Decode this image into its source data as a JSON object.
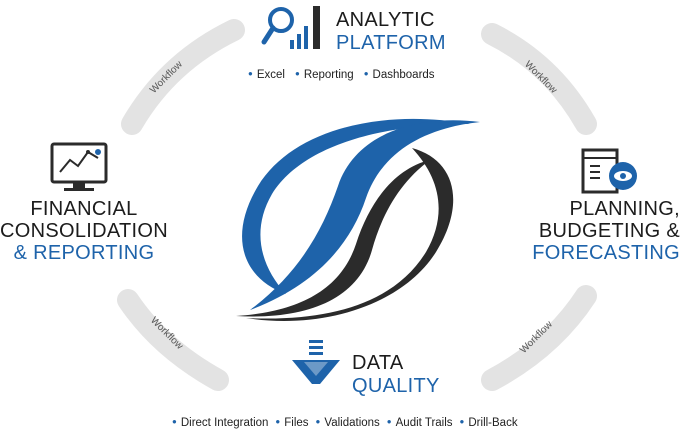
{
  "colors": {
    "brand_blue": "#1e63aa",
    "dark": "#2b2b2b",
    "ring": "#e3e3e3"
  },
  "analytic": {
    "title_line1": "ANALYTIC",
    "title_line2": "PLATFORM",
    "icon": "magnifier-bar-chart-icon",
    "items": [
      "Excel",
      "Reporting",
      "Dashboards"
    ]
  },
  "financial": {
    "title_line1": "FINANCIAL",
    "title_line2": "CONSOLIDATION",
    "title_line3": "& REPORTING",
    "icon": "monitor-chart-icon"
  },
  "planning": {
    "title_line1": "PLANNING,",
    "title_line2": "BUDGETING &",
    "title_line3": "FORECASTING",
    "icon": "eye-document-icon"
  },
  "data_quality": {
    "title_line1": "DATA",
    "title_line2": "QUALITY",
    "icon": "funnel-icon",
    "items": [
      "Direct Integration",
      "Files",
      "Validations",
      "Audit Trails",
      "Drill-Back"
    ]
  },
  "workflow_labels": [
    "Workflow",
    "Workflow",
    "Workflow",
    "Workflow"
  ]
}
